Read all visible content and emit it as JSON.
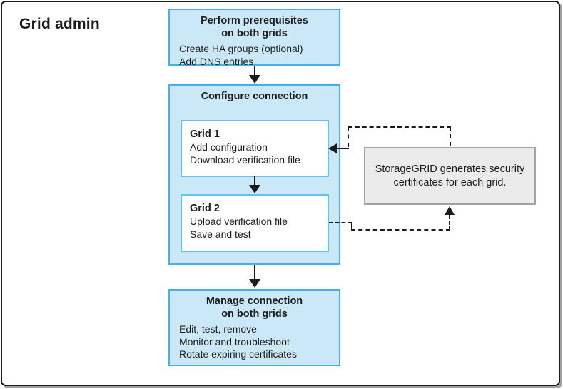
{
  "page": {
    "title": "Grid admin"
  },
  "colors": {
    "box_fill": "#cbe8f9",
    "box_border": "#47aee6",
    "inner_border": "#63c1ee",
    "note_fill": "#ebebeb",
    "note_border": "#a3a3a3",
    "arrow": "#1a1a1a"
  },
  "diagram": {
    "prerequisites": {
      "title_line1": "Perform prerequisites",
      "title_line2": "on both grids",
      "items": [
        "Create HA groups (optional)",
        "Add DNS entries"
      ]
    },
    "configure": {
      "title": "Configure connection",
      "grid1": {
        "title": "Grid 1",
        "items": [
          "Add configuration",
          "Download verification file"
        ]
      },
      "grid2": {
        "title": "Grid 2",
        "items": [
          "Upload verification file",
          "Save and test"
        ]
      }
    },
    "note": {
      "line1": "StorageGRID generates security",
      "line2": "certificates for each grid."
    },
    "manage": {
      "title_line1": "Manage connection",
      "title_line2": "on both grids",
      "items": [
        "Edit, test, remove",
        "Monitor and troubleshoot",
        "Rotate expiring certificates"
      ]
    }
  }
}
